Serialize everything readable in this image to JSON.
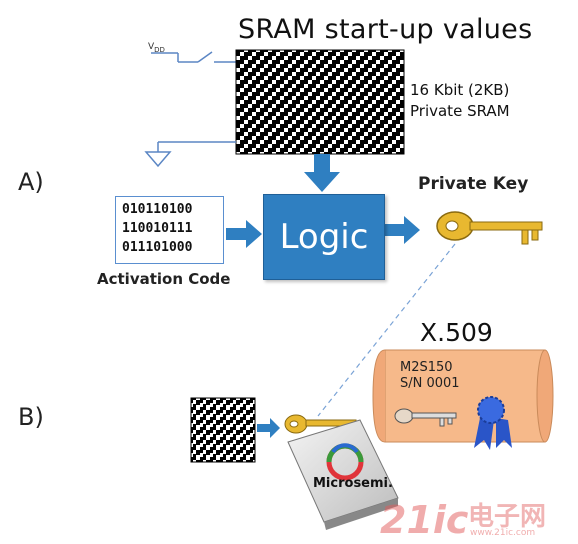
{
  "title": "SRAM start-up values",
  "sram": {
    "size_line": "16 Kbit  (2KB)",
    "type_line": "Private SRAM",
    "vdd_label": "V",
    "vdd_sub": "DD"
  },
  "labels": {
    "a": "A)",
    "b": "B)"
  },
  "logic": "Logic",
  "activation": {
    "lines": [
      "010110100",
      "110010111",
      "011101000"
    ],
    "caption": "Activation Code"
  },
  "private_key": "Private Key",
  "certificate": {
    "title": "X.509",
    "line1": "M2S150",
    "line2": "S/N 0001"
  },
  "chip": {
    "brand": "Microsemi."
  },
  "watermark": {
    "num": "21ic",
    "cn": "电子网",
    "url": "www.21ic.com"
  },
  "colors": {
    "logic_blue": "#2f7fc1",
    "arrow_blue": "#2f7fc1",
    "key_gold": "#e8b830",
    "cert_orange": "#f6b98a",
    "ribbon_blue": "#2a55c8"
  },
  "icons": [
    "switch-icon",
    "ground-icon",
    "qr-code-icon",
    "key-icon",
    "certificate-icon",
    "ribbon-icon",
    "chip-icon"
  ]
}
